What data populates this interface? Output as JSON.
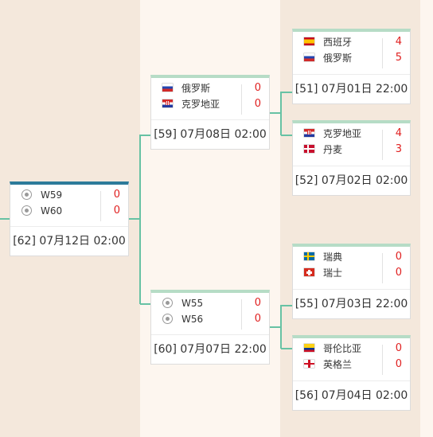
{
  "quarterfinals": [
    {
      "id": "m51",
      "teams": [
        {
          "name": "西班牙",
          "score": "4",
          "icon": "flag-spain"
        },
        {
          "name": "俄罗斯",
          "score": "5",
          "icon": "flag-russia"
        }
      ],
      "info": "[51] 07月01日 22:00"
    },
    {
      "id": "m52",
      "teams": [
        {
          "name": "克罗地亚",
          "score": "4",
          "icon": "flag-croatia"
        },
        {
          "name": "丹麦",
          "score": "3",
          "icon": "flag-denmark"
        }
      ],
      "info": "[52] 07月02日 02:00"
    },
    {
      "id": "m55",
      "teams": [
        {
          "name": "瑞典",
          "score": "0",
          "icon": "flag-sweden"
        },
        {
          "name": "瑞士",
          "score": "0",
          "icon": "flag-switzerland"
        }
      ],
      "info": "[55] 07月03日 22:00"
    },
    {
      "id": "m56",
      "teams": [
        {
          "name": "哥伦比亚",
          "score": "0",
          "icon": "flag-colombia"
        },
        {
          "name": "英格兰",
          "score": "0",
          "icon": "flag-england"
        }
      ],
      "info": "[56] 07月04日 02:00"
    }
  ],
  "semis": [
    {
      "id": "m59",
      "teams": [
        {
          "name": "俄罗斯",
          "score": "0",
          "icon": "flag-russia"
        },
        {
          "name": "克罗地亚",
          "score": "0",
          "icon": "flag-croatia"
        }
      ],
      "info": "[59] 07月08日 02:00"
    },
    {
      "id": "m60",
      "teams": [
        {
          "name": "W55",
          "score": "0",
          "icon": "soccer-ball-icon"
        },
        {
          "name": "W56",
          "score": "0",
          "icon": "soccer-ball-icon"
        }
      ],
      "info": "[60] 07月07日 22:00"
    }
  ],
  "final": {
    "id": "m62",
    "teams": [
      {
        "name": "W59",
        "score": "0",
        "icon": "soccer-ball-icon"
      },
      {
        "name": "W60",
        "score": "0",
        "icon": "soccer-ball-icon"
      }
    ],
    "info": "[62] 07月12日 02:00"
  },
  "colors": {
    "score": "#e02020",
    "connector": "#67c2a4",
    "card_top_green": "#b6dcc6",
    "card_top_blue": "#2d7fa6"
  }
}
